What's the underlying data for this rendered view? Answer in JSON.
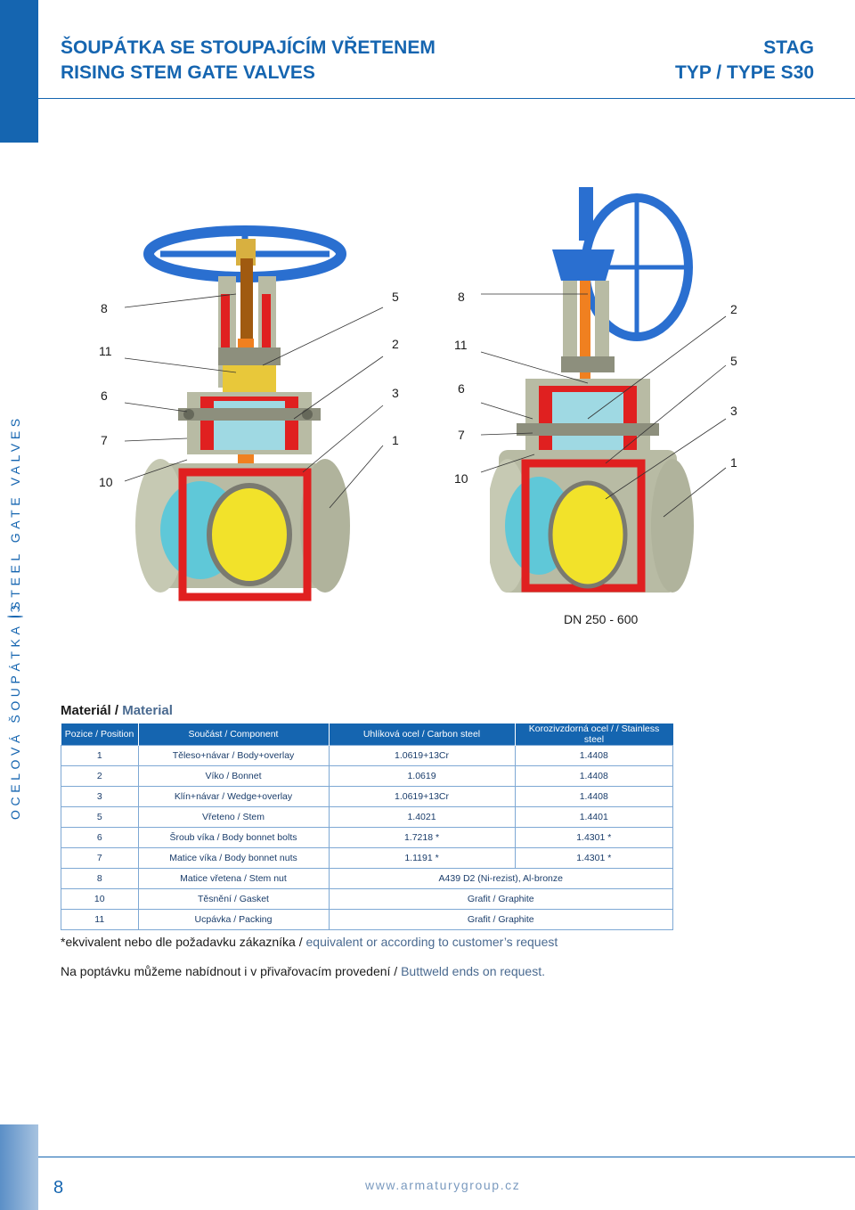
{
  "header": {
    "title_cz": "ŠOUPÁTKA SE STOUPAJÍCÍM VŘETENEM",
    "title_en": "RISING STEM GATE VALVES",
    "brand": "STAG",
    "type": "TYP / TYPE  S30"
  },
  "side_banner": {
    "text_cz": "OCELOVÁ ŠOUPÁTKA",
    "text_en": "STEEL GATE VALVES",
    "logo_icon": "stag-logo-icon"
  },
  "colors": {
    "brand_blue": "#1565b0",
    "accent_grey_blue": "#4a6a90",
    "body_red": "#e02020",
    "stem_orange": "#f08020",
    "wedge_yellow": "#f2e22a",
    "bore_cyan": "#5fc8d8",
    "cast_grey": "#b8bba4",
    "handwheel_blue": "#2a6fd0"
  },
  "callouts_left": {
    "c8": "8",
    "c11": "11",
    "c6": "6",
    "c7": "7",
    "c10": "10",
    "c5": "5",
    "c2": "2",
    "c3": "3",
    "c1": "1"
  },
  "callouts_right": {
    "c8": "8",
    "c11": "11",
    "c6": "6",
    "c7": "7",
    "c10": "10",
    "c2": "2",
    "c5": "5",
    "c3": "3",
    "c1": "1"
  },
  "size_range": "DN 250 - 600",
  "material": {
    "title": "Materiál /",
    "title_en": "Material",
    "headers": [
      "Pozice / Position",
      "Součást / Component",
      "Uhlíková ocel / Carbon steel",
      "Korozivzdorná ocel / / Stainless steel"
    ],
    "rows": [
      [
        "1",
        "Těleso+návar / Body+overlay",
        "1.0619+13Cr",
        "1.4408"
      ],
      [
        "2",
        "Víko / Bonnet",
        "1.0619",
        "1.4408"
      ],
      [
        "3",
        "Klín+návar / Wedge+overlay",
        "1.0619+13Cr",
        "1.4408"
      ],
      [
        "5",
        "Vřeteno / Stem",
        "1.4021",
        "1.4401"
      ],
      [
        "6",
        "Šroub víka / Body bonnet bolts",
        "1.7218 *",
        "1.4301 *"
      ],
      [
        "7",
        "Matice víka / Body bonnet nuts",
        "1.1191 *",
        "1.4301 *"
      ],
      [
        "8",
        "Matice vřetena / Stem nut",
        "A439 D2 (Ni-rezist), Al-bronze"
      ],
      [
        "10",
        "Těsnění / Gasket",
        "Grafit / Graphite"
      ],
      [
        "11",
        "Ucpávka / Packing",
        "Grafit / Graphite"
      ]
    ]
  },
  "notes": {
    "equivalent_cz": "*ekvivalent nebo dle požadavku zákazníka /",
    "equivalent_en": "equivalent or according to customer’s  request",
    "buttweld_cz": "Na poptávku můžeme nabídnout i v přivařovacím provedení /",
    "buttweld_en": "Buttweld ends on request."
  },
  "footer": {
    "page_number": "8",
    "website": "www.armaturygroup.cz"
  }
}
